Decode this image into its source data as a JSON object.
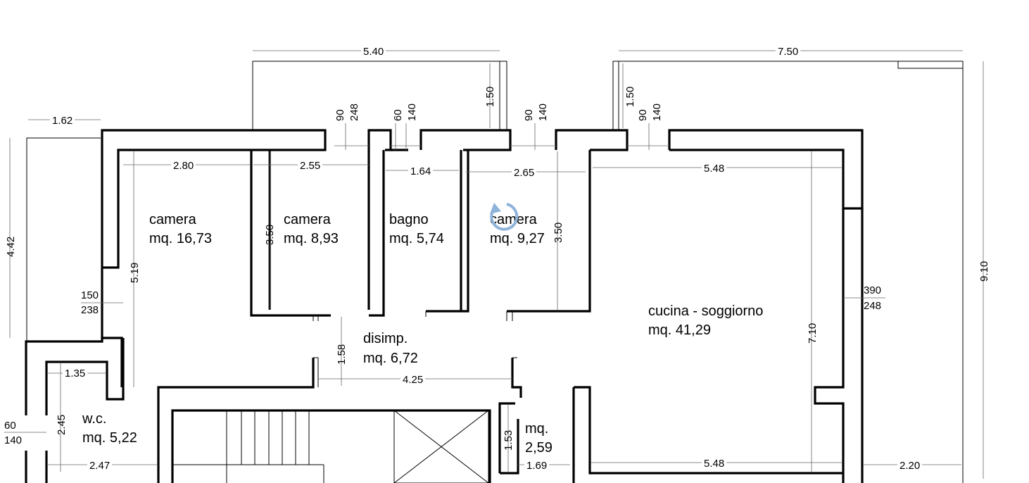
{
  "rooms": [
    {
      "name": "camera",
      "area": "mq. 16,73"
    },
    {
      "name": "camera",
      "area": "mq. 8,93"
    },
    {
      "name": "bagno",
      "area": "mq. 5,74"
    },
    {
      "name": "camera",
      "area": "mq. 9,27"
    },
    {
      "name": "cucina - soggiorno",
      "area": "mq. 41,29"
    },
    {
      "name": "disimp.",
      "area": "mq. 6,72"
    },
    {
      "name": "w.c.",
      "area": "mq. 5,22"
    },
    {
      "name": "mq.",
      "area": "2,59"
    }
  ],
  "dimensions": [
    "5.40",
    "7.50",
    "1.62",
    "4.42",
    "9.10",
    "2.80",
    "2.55",
    "1.64",
    "2.65",
    "5.48",
    "3.50",
    "3.50",
    "5.19",
    "7.10",
    "1.50",
    "1.50",
    "1.58",
    "4.25",
    "1.35",
    "2.45",
    "2.47",
    "1.53",
    "1.69",
    "5.48",
    "2.20"
  ],
  "openings": [
    {
      "top": "90",
      "bottom": "248"
    },
    {
      "top": "60",
      "bottom": "140"
    },
    {
      "top": "90",
      "bottom": "140"
    },
    {
      "top": "90",
      "bottom": "140"
    },
    {
      "top": "150",
      "bottom": "238"
    },
    {
      "top": "390",
      "bottom": "248"
    },
    {
      "top": "60",
      "bottom": "140"
    }
  ],
  "icons": {
    "compass": "rotate-arrow-icon"
  }
}
